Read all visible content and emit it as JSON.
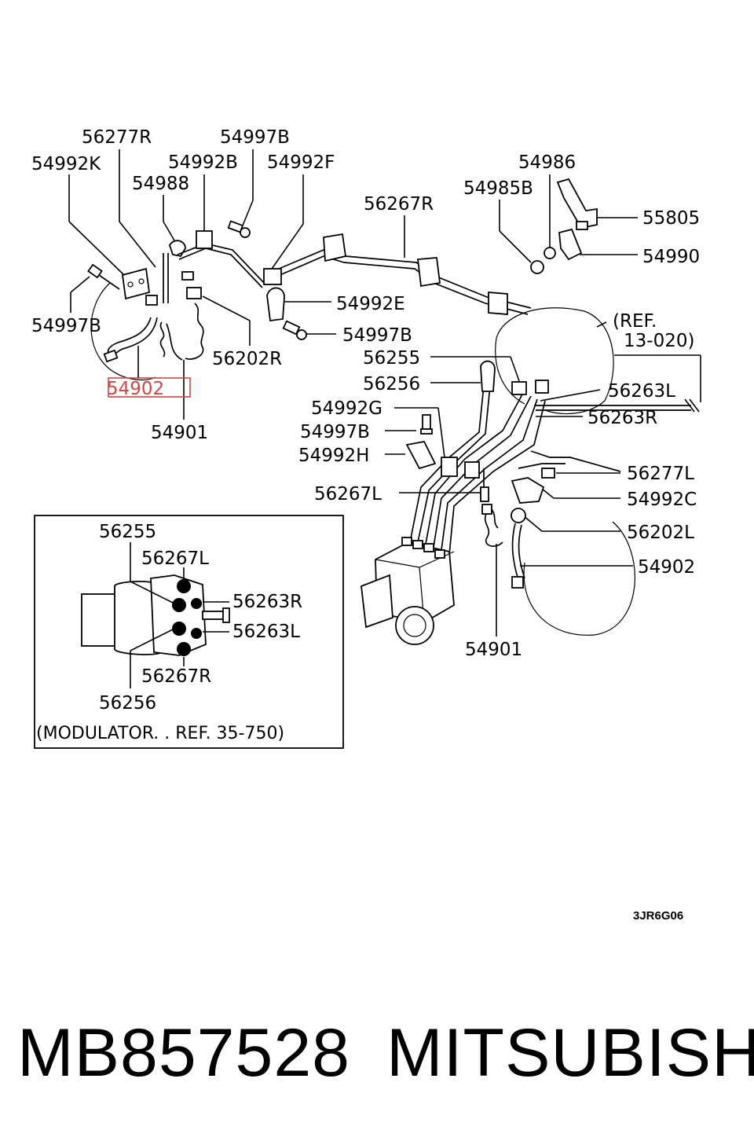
{
  "callouts": {
    "l56277R": "56277R",
    "l54997B_top": "54997B",
    "l54992K": "54992K",
    "l54992B": "54992B",
    "l54992F": "54992F",
    "l54988": "54988",
    "l56267R": "56267R",
    "l54986": "54986",
    "l54985B": "54985B",
    "l55805": "55805",
    "l54990": "54990",
    "l54997B_left": "54997B",
    "l54992E": "54992E",
    "l54997B_mid": "54997B",
    "l56202R": "56202R",
    "l54902_hl": "54902",
    "l54901_left": "54901",
    "l56255": "56255",
    "l56256": "56256",
    "l56263L": "56263L",
    "l56263R": "56263R",
    "l54992G": "54992G",
    "l54997B_low": "54997B",
    "l54992H": "54992H",
    "l56267L": "56267L",
    "l56277L": "56277L",
    "l54992C": "54992C",
    "l56202L": "56202L",
    "l54902_right": "54902",
    "l54901_right": "54901",
    "ref_line1": "(REF.",
    "ref_line2": "13-020)"
  },
  "inset": {
    "l56255": "56255",
    "l56267L": "56267L",
    "l56263R": "56263R",
    "l56263L": "56263L",
    "l56267R": "56267R",
    "l56256": "56256",
    "caption": "(MODULATOR. . REF. 35-750)"
  },
  "diagram_code": "3JR6G06",
  "footer": {
    "part_number": "MB857528",
    "brand": "MITSUBISHI"
  },
  "colors": {
    "highlight": "#cf4848",
    "line": "#000000",
    "background": "#ffffff"
  }
}
